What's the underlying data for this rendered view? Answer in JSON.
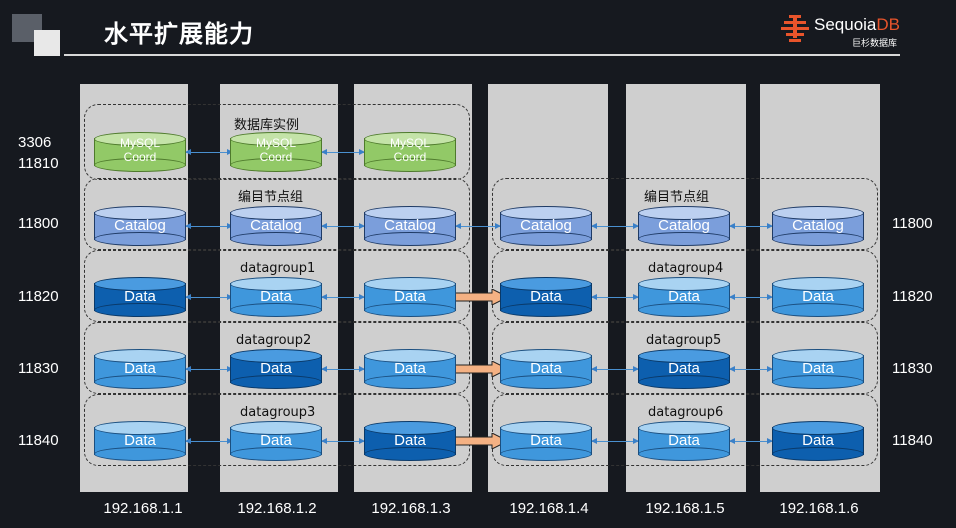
{
  "title": "水平扩展能力",
  "brand": {
    "name_prefix": "Sequoia",
    "name_suffix": "DB",
    "sub": "巨杉数据库",
    "accent": "#e8542b"
  },
  "ports_left": [
    "3306",
    "11810",
    "11800",
    "11820",
    "11830",
    "11840"
  ],
  "ports_right": [
    "11800",
    "11820",
    "11830",
    "11840"
  ],
  "servers": [
    "192.168.1.1",
    "192.168.1.2",
    "192.168.1.3",
    "192.168.1.4",
    "192.168.1.5",
    "192.168.1.6"
  ],
  "group_labels": {
    "db_instance": "数据库实例",
    "catalog_left": "编目节点组",
    "catalog_right": "编目节点组",
    "dg1": "datagroup1",
    "dg2": "datagroup2",
    "dg3": "datagroup3",
    "dg4": "datagroup4",
    "dg5": "datagroup5",
    "dg6": "datagroup6"
  },
  "node_labels": {
    "mysql_line1": "MySQL",
    "mysql_line2": "Coord",
    "catalog": "Catalog",
    "data": "Data"
  },
  "colors": {
    "mysql": "#92c967",
    "catalog": "#7b9edb",
    "data": "#3f97dc",
    "primary": "#0d5fae",
    "migrate_arrow": "#f4b183"
  }
}
